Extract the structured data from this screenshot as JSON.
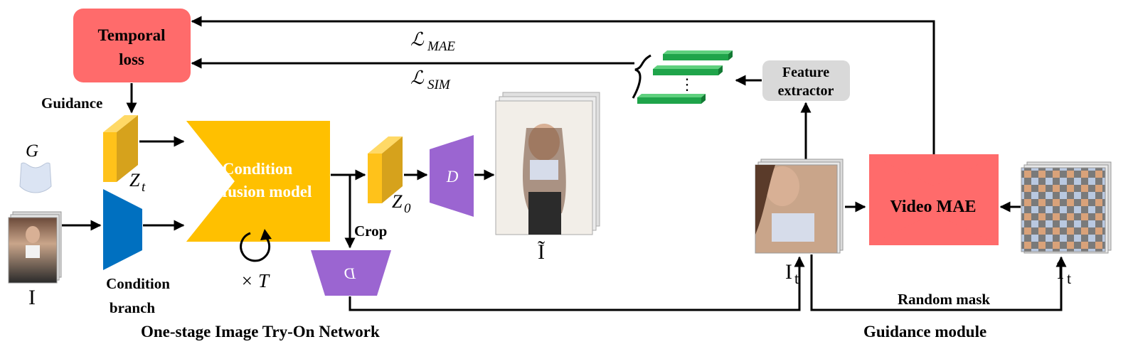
{
  "colors": {
    "temporal_loss_fill": "#ff6b6b",
    "feature_extractor_fill": "#d9d9d9",
    "condition_diffusion_fill": "#ffc000",
    "latent_cube_fill": "#ffc21a",
    "condition_branch_fill": "#0070c0",
    "decoder_fill": "#9b65d1",
    "video_mae_fill": "#ff6b6b",
    "feature_bar_fill": "#1fa44a",
    "arrow": "#000000"
  },
  "labels": {
    "temporal_loss": [
      "Temporal",
      "loss"
    ],
    "guidance": "Guidance",
    "loss_mae": "ℒ",
    "loss_mae_sub": "MAE",
    "loss_sim": "ℒ",
    "loss_sim_sub": "SIM",
    "feature_extractor": [
      "Feature",
      "extractor"
    ],
    "garment_symbol": "G",
    "person_symbol": "I",
    "zt_symbol": "Z",
    "zt_sub": "t",
    "z0_symbol": "Z",
    "z0_sub": "0",
    "condition_diffusion": [
      "Condition",
      "diffusion model"
    ],
    "times_t": "× T",
    "crop": "Crop",
    "decoder": "D",
    "encoder_flipped": "D",
    "condition_branch": [
      "Condition",
      "branch"
    ],
    "output_symbol": "Ĩ",
    "it_symbol": "I",
    "it_sub": "t",
    "masked_symbol": "Î",
    "masked_sub": "t",
    "video_mae": "Video MAE",
    "random_mask": "Random mask",
    "vertical_dots": "⋮",
    "network_caption": "One-stage Image Try-On Network",
    "guidance_caption": "Guidance module"
  }
}
